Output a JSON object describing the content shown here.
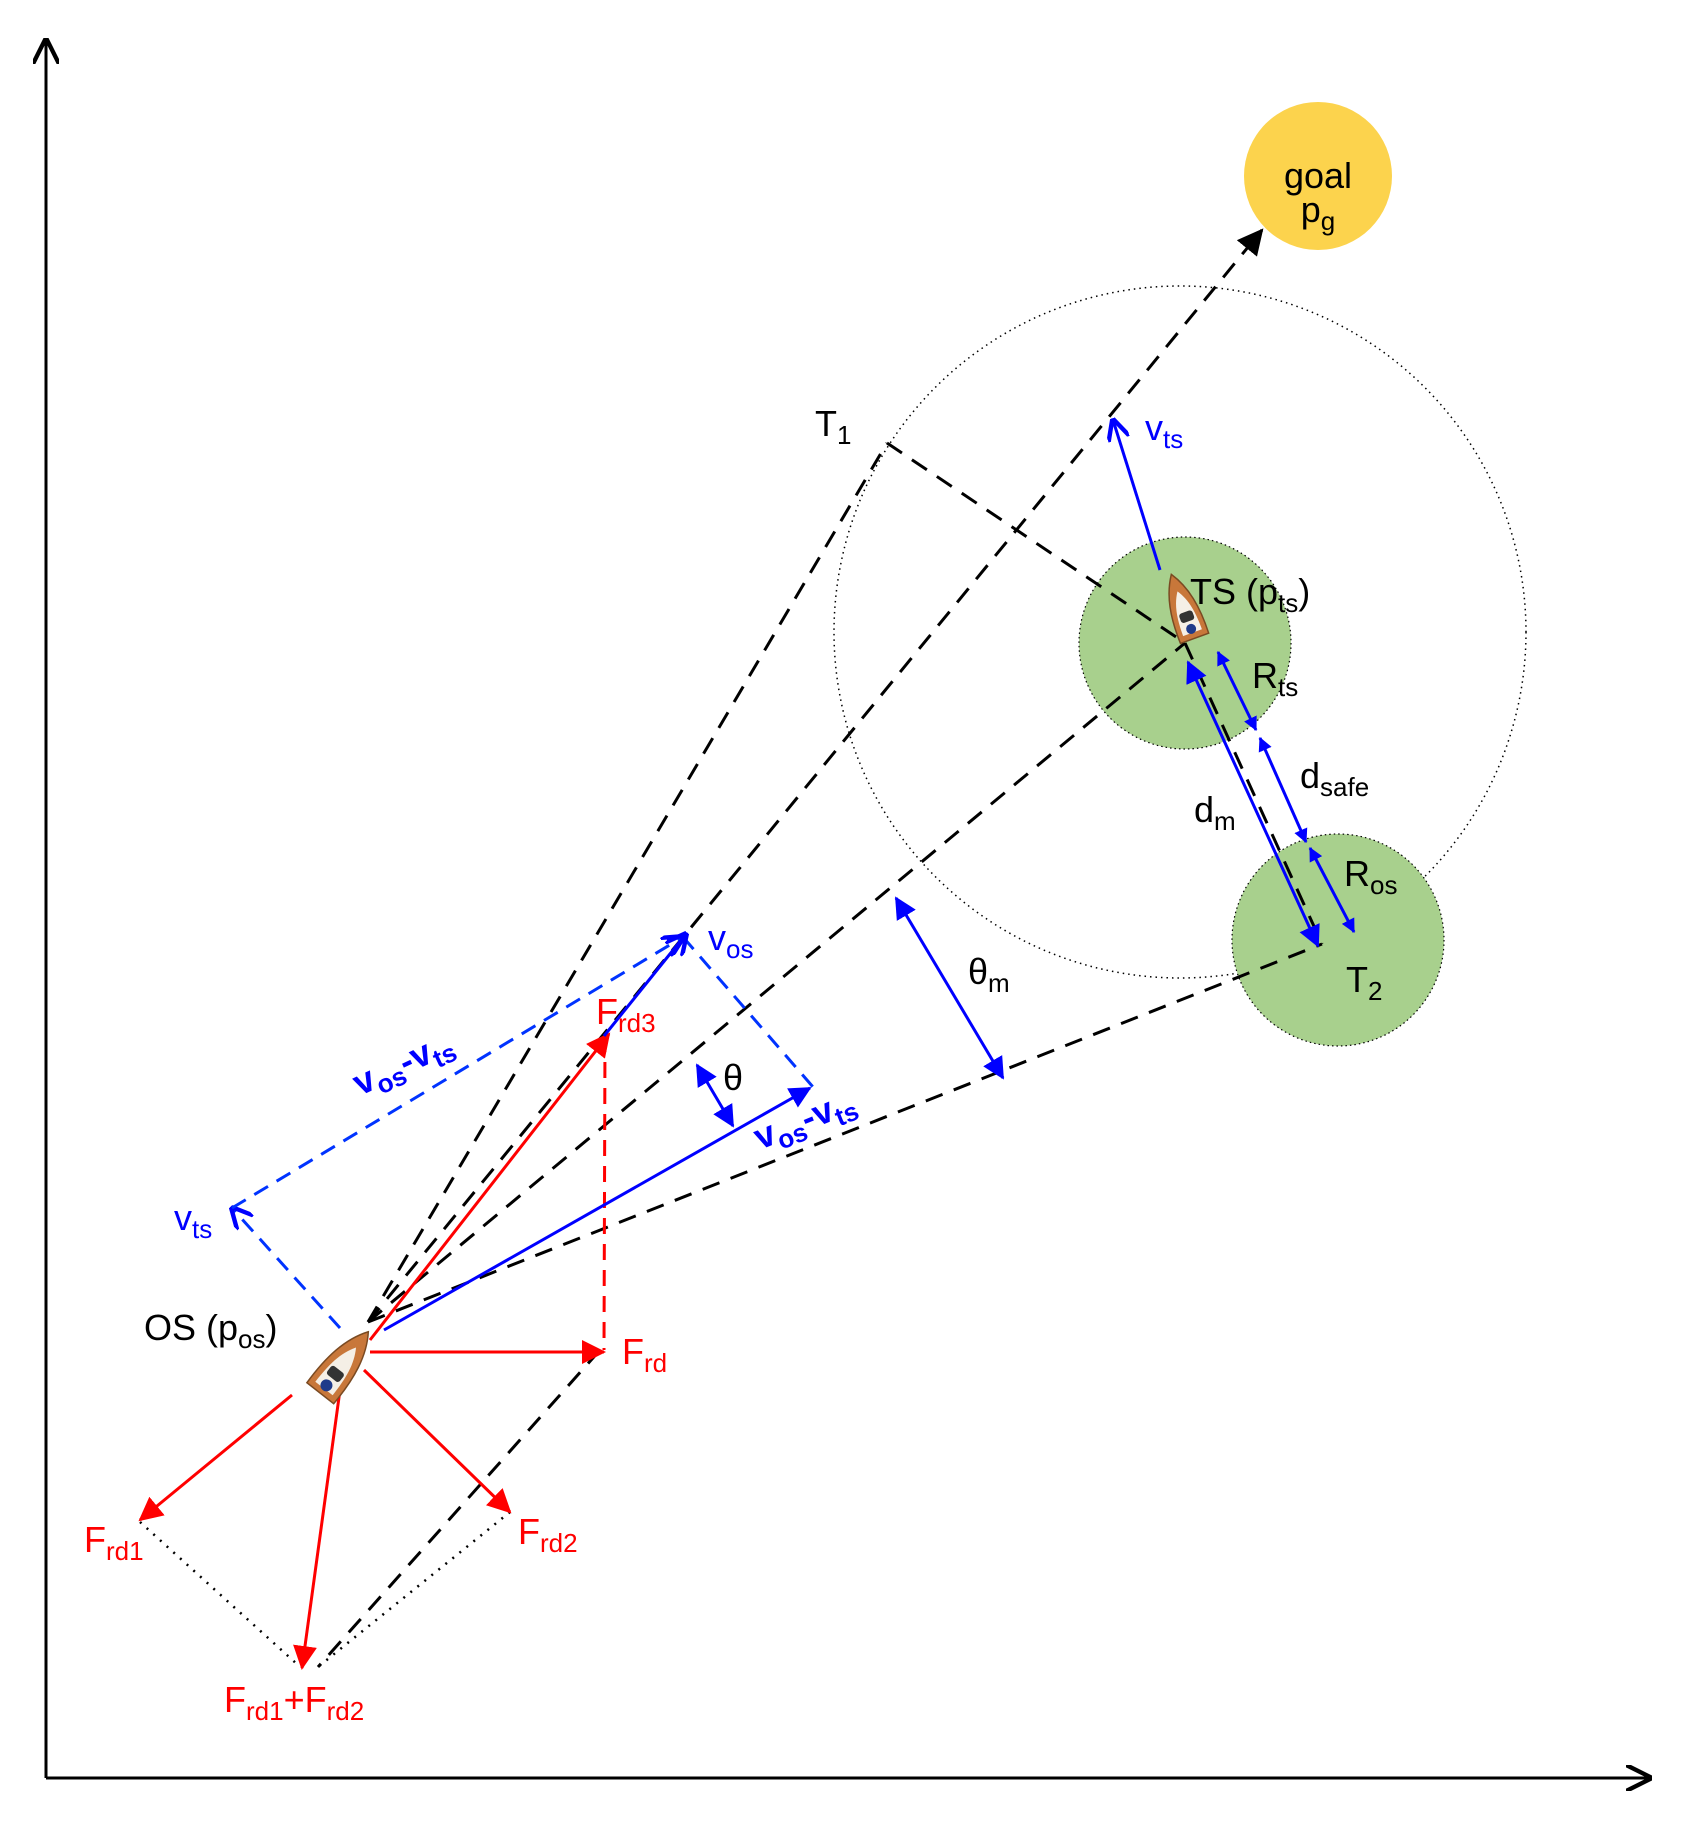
{
  "colors": {
    "black": "#000000",
    "red": "#ff0000",
    "blue": "#0000ff",
    "dashed_blue": "#0033ff",
    "green_disc": "#a8d08d",
    "goal": "#fcd34d",
    "boat_hull": "#c8773a"
  },
  "labels": {
    "goal": "goal",
    "p": "p",
    "g": "g",
    "T": "T",
    "one": "1",
    "two": "2",
    "v": "v",
    "ts": "ts",
    "os": "os",
    "TS_open": "TS (p",
    "close": ")",
    "OS_open": "OS (p",
    "R": "R",
    "d": "d",
    "safe": "safe",
    "m": "m",
    "theta": "θ",
    "dash": "-",
    "F": "F",
    "rd": "rd",
    "rd1": "rd1",
    "rd2": "rd2",
    "rd3": "rd3",
    "plus": "+"
  }
}
